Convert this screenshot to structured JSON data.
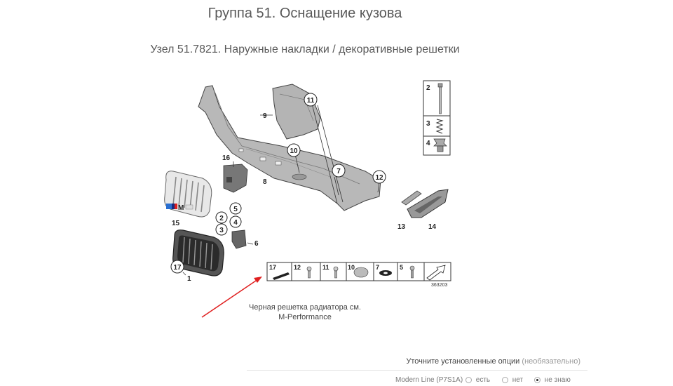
{
  "header": {
    "title": "Группа 51. Оснащение кузова",
    "subtitle": "Узел 51.7821. Наружные накладки / декоративные решетки"
  },
  "diagram": {
    "callouts": {
      "c2": "2",
      "c3": "3",
      "c4": "4",
      "c16": "16",
      "c8": "8",
      "c10": "10",
      "c7": "7",
      "c9": "9",
      "c11": "11",
      "c12": "12",
      "c15": "15",
      "c2b": "2",
      "c5b": "5",
      "c3b": "3",
      "c4b": "4",
      "c6": "6",
      "c17": "17",
      "c1": "1",
      "c13": "13",
      "c14": "14"
    },
    "legend": [
      "17",
      "12",
      "11",
      "10",
      "7",
      "5"
    ],
    "ref_number": "363203",
    "emblem": "M"
  },
  "caption": {
    "line1": "Черная решетка радиатора см.",
    "line2": "M-Performance"
  },
  "options": {
    "title": "Уточните установленные опции",
    "optional": "(необязательно)",
    "row_label": "Modern Line (P7S1A)",
    "choices": [
      "есть",
      "нет",
      "не знаю"
    ],
    "selected": "не знаю"
  },
  "colors": {
    "arrow": "#e02020",
    "part_gray": "#a8a8a8",
    "part_dark": "#555555"
  }
}
